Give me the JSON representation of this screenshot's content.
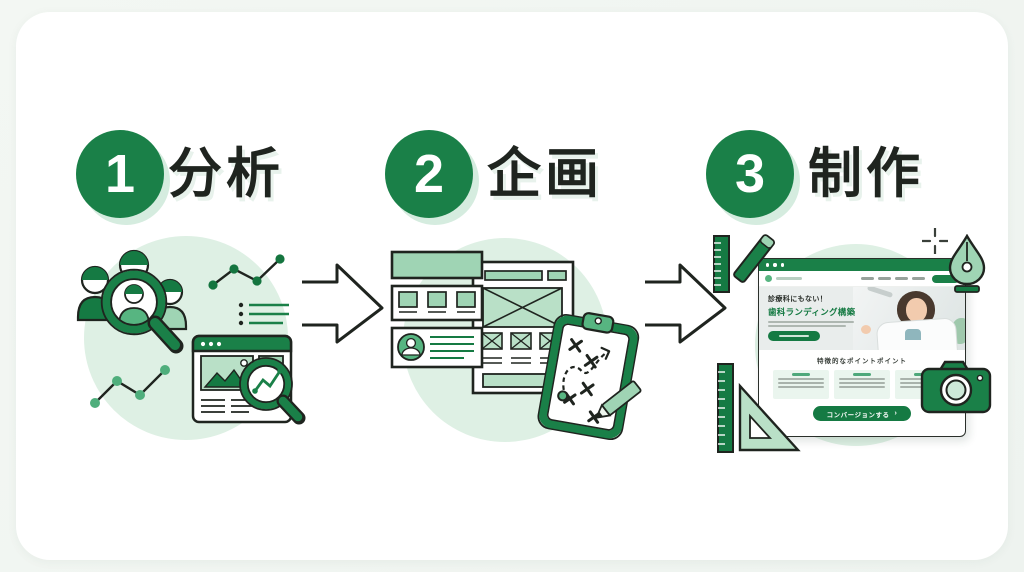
{
  "steps": [
    {
      "number": "1",
      "label": "分析",
      "illustration": "audience-research"
    },
    {
      "number": "2",
      "label": "企画",
      "illustration": "wireframe-planning"
    },
    {
      "number": "3",
      "label": "制作",
      "illustration": "website-production"
    }
  ],
  "website_preview": {
    "headline_line1": "診療科にもない！",
    "headline_line2": "歯科ランディング構築",
    "features_title": "特徴的なポイントポイント",
    "cta_label": "コンバージョンする",
    "cta_chevron": "›"
  },
  "icons": {
    "arrow_right": "block-arrow-right",
    "magnifier": "🔍",
    "camera": "📷",
    "pen_nib": "✒",
    "ruler": "📏",
    "set_square": "📐",
    "pencil": "✏",
    "crosshair": "+",
    "clipboard": "📋"
  },
  "colors": {
    "primary_green": "#1a8048",
    "deep_green": "#157a43",
    "mid_green": "#9fd4b4",
    "pale_green": "#cde9d8",
    "bg_circle": "#def0e4",
    "ink": "#1f241f",
    "page_bg": "#f1f5f1",
    "card_bg": "#ffffff"
  }
}
